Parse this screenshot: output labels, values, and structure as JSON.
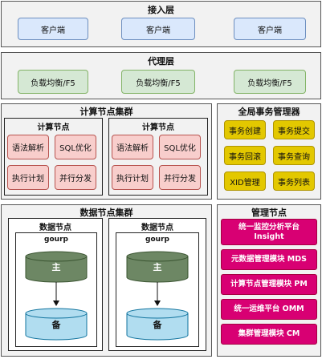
{
  "access_layer": {
    "title": "接入层",
    "clients": [
      "客户端",
      "客户端",
      "客户端"
    ]
  },
  "proxy_layer": {
    "title": "代理层",
    "proxies": [
      "负载均衡/F5",
      "负载均衡/F5",
      "负载均衡/F5"
    ]
  },
  "compute_cluster": {
    "title": "计算节点集群",
    "nodes": [
      {
        "title": "计算节点",
        "functions": [
          "语法解析",
          "SQL优化",
          "执行计划",
          "并行分发"
        ]
      },
      {
        "title": "计算节点",
        "functions": [
          "语法解析",
          "SQL优化",
          "执行计划",
          "并行分发"
        ]
      }
    ]
  },
  "transaction_manager": {
    "title": "全局事务管理器",
    "functions": [
      "事务创建",
      "事务提交",
      "事务回滚",
      "事务查询",
      "XID管理",
      "事务列表"
    ]
  },
  "data_cluster": {
    "title": "数据节点集群",
    "nodes": [
      {
        "title": "数据节点",
        "group_label": "gourp",
        "primary": "主",
        "standby": "备"
      },
      {
        "title": "数据节点",
        "group_label": "gourp",
        "primary": "主",
        "standby": "备"
      }
    ]
  },
  "management_node": {
    "title": "管理节点",
    "modules": [
      {
        "line1": "统一监控分析平台",
        "line2": "Insight"
      },
      {
        "line1": "元数据管理模块 MDS"
      },
      {
        "line1": "计算节点管理模块 PM"
      },
      {
        "line1": "统一运维平台 OMM"
      },
      {
        "line1": "集群管理模块 CM"
      }
    ]
  },
  "colors": {
    "client_fill": "#dae8fc",
    "proxy_fill": "#d5e8d4",
    "function_fill": "#f8cecc",
    "transaction_fill": "#e3c800",
    "management_fill": "#d80073",
    "primary_db_fill": "#6d8764",
    "standby_db_fill": "#b1ddf0"
  }
}
